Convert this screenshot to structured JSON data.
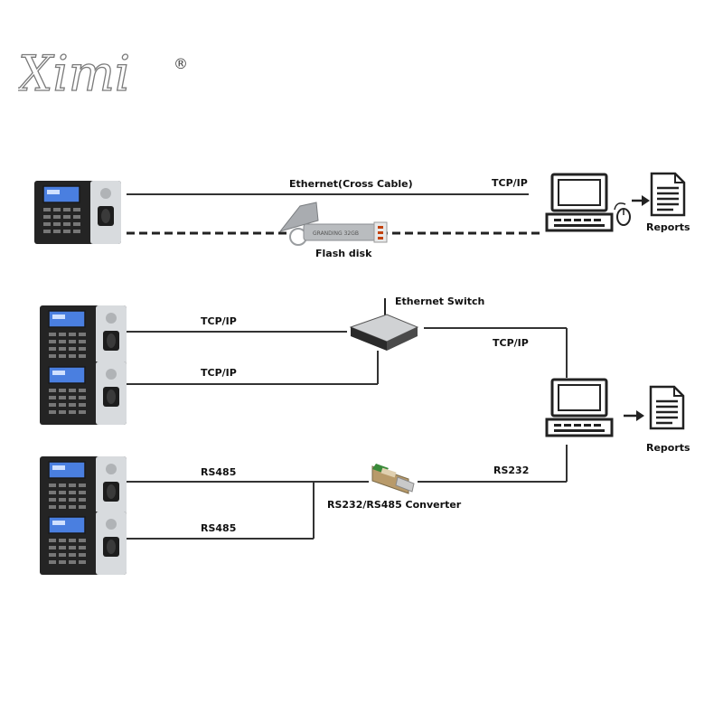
{
  "brand": {
    "name": "Ximi",
    "registered": "®"
  },
  "labels": {
    "ethernet_cross": "Ethernet(Cross Cable)",
    "tcpip_top": "TCP/IP",
    "flash_disk": "Flash disk",
    "reports_top": "Reports",
    "ethernet_switch": "Ethernet Switch",
    "tcpip_1": "TCP/IP",
    "tcpip_2": "TCP/IP",
    "tcpip_switch_pc": "TCP/IP",
    "reports_bottom": "Reports",
    "rs485_1": "RS485",
    "rs485_2": "RS485",
    "rs232": "RS232",
    "converter": "RS232/RS485 Converter"
  },
  "colors": {
    "line": "#333333",
    "device_dark": "#2b2b2b",
    "device_silver": "#d9dcdf",
    "screen": "#3a6fd8"
  }
}
